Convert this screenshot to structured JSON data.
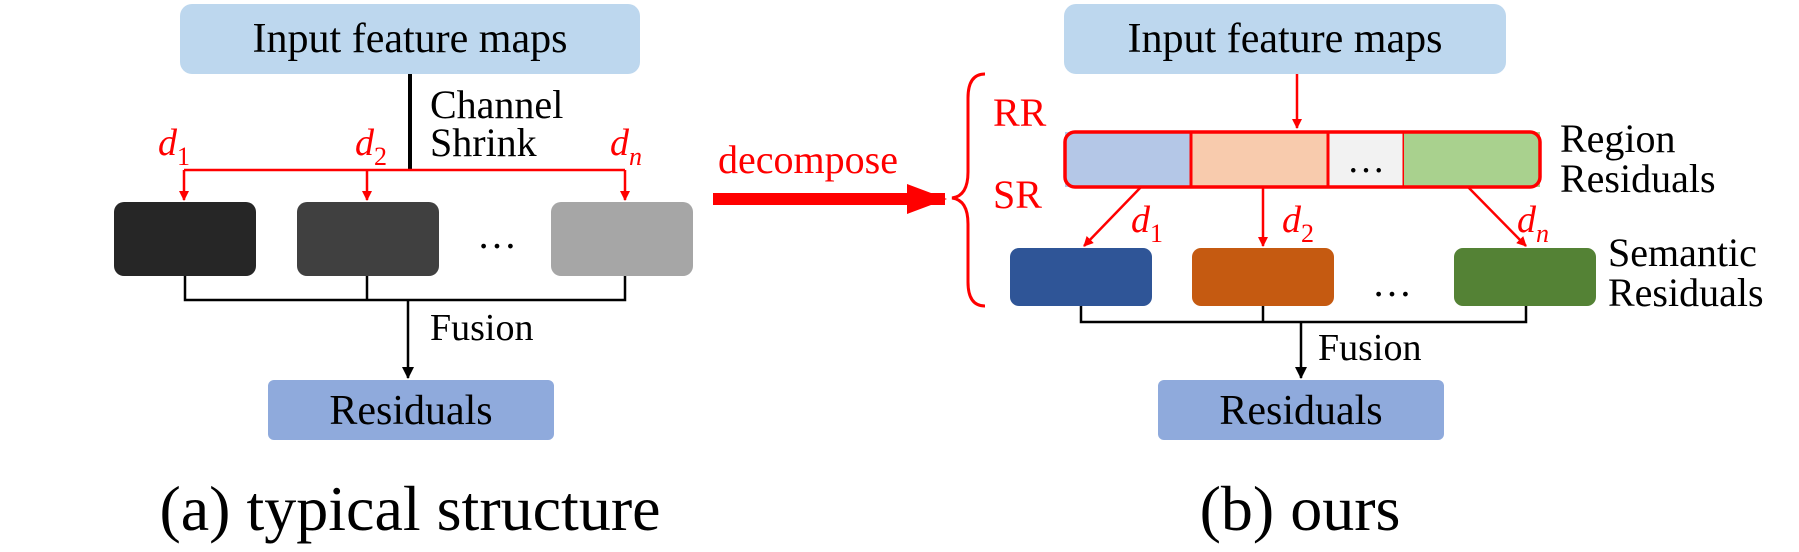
{
  "left": {
    "input_label": "Input feature maps",
    "channel_label_1": "Channel",
    "channel_label_2": "Shrink",
    "d1": "d",
    "d1_sub": "1",
    "d2": "d",
    "d2_sub": "2",
    "dn": "d",
    "dn_sub": "n",
    "ellipsis": "…",
    "fusion_label": "Fusion",
    "residuals_label": "Residuals",
    "caption": "(a) typical structure"
  },
  "middle": {
    "decompose_label": "decompose"
  },
  "right": {
    "input_label": "Input feature maps",
    "rr_label": "RR",
    "sr_label": "SR",
    "region_ellipsis": "…",
    "region_label_1": "Region",
    "region_label_2": "Residuals",
    "d1": "d",
    "d1_sub": "1",
    "d2": "d",
    "d2_sub": "2",
    "dn": "d",
    "dn_sub": "n",
    "ellipsis": "…",
    "semantic_label_1": "Semantic",
    "semantic_label_2": "Residuals",
    "fusion_label": "Fusion",
    "residuals_label": "Residuals",
    "caption": "(b) ours"
  },
  "colors": {
    "input_box": "#bdd7ee",
    "residuals_box": "#8faadc",
    "accent_red": "#ff0000",
    "dark_block_1": "#262626",
    "dark_block_2": "#404040",
    "dark_block_n": "#a6a6a6",
    "region_1": "#b4c7e7",
    "region_2": "#f8cbad",
    "region_3": "#f2f2f2",
    "region_4": "#a9d18e",
    "semantic_1": "#2f5597",
    "semantic_2": "#c55a11",
    "semantic_n": "#548235"
  }
}
